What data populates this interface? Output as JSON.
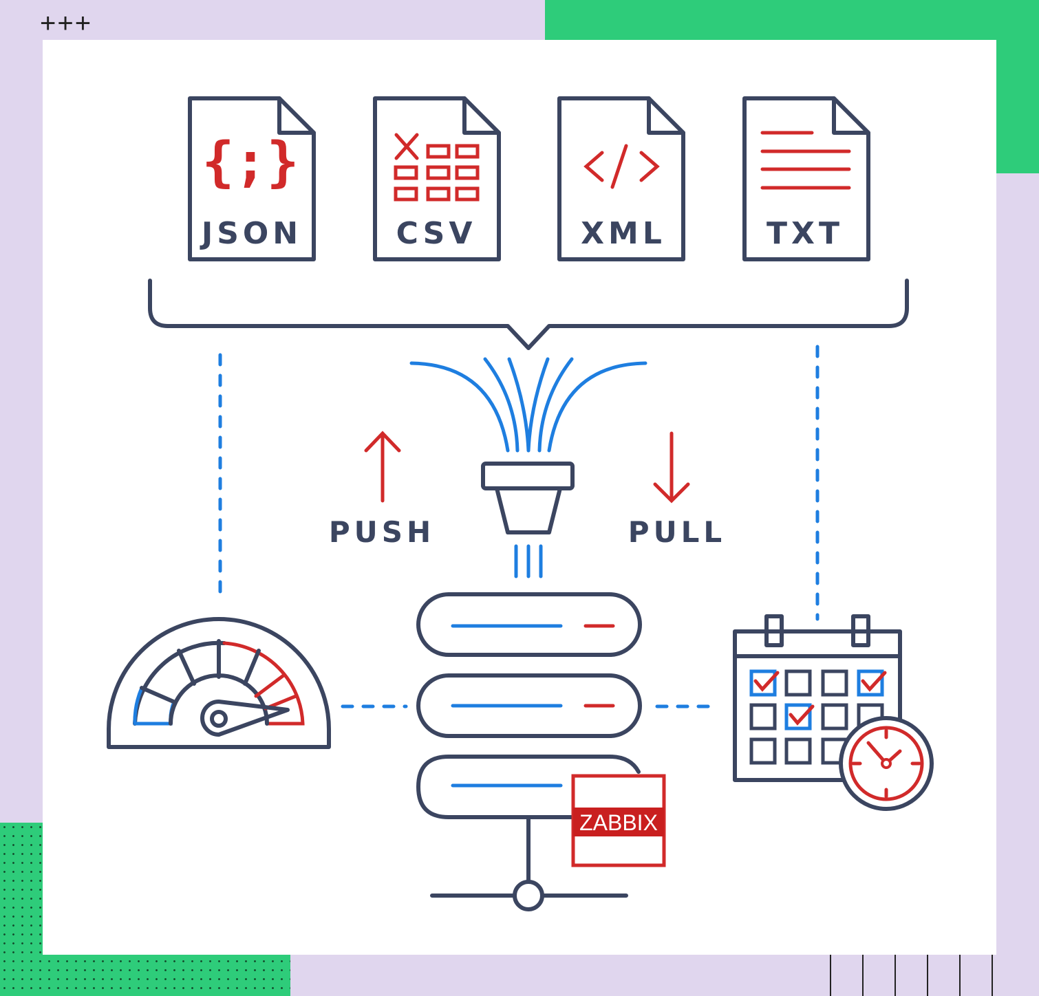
{
  "documents": [
    {
      "label": "JSON"
    },
    {
      "label": "CSV"
    },
    {
      "label": "XML"
    },
    {
      "label": "TXT"
    }
  ],
  "flow": {
    "push_label": "PUSH",
    "pull_label": "PULL"
  },
  "server": {
    "brand_tag": "ZABBIX"
  },
  "icons": [
    "json-doc-icon",
    "csv-doc-icon",
    "xml-doc-icon",
    "txt-doc-icon",
    "funnel-icon",
    "server-stack-icon",
    "gauge-icon",
    "calendar-clock-icon",
    "network-node-icon"
  ],
  "colors": {
    "outline": "#3b4560",
    "accent_blue": "#1e7ee0",
    "accent_red": "#d12a2a",
    "background_green": "#2ecc7a",
    "background_lavender": "#e0d6ee"
  }
}
